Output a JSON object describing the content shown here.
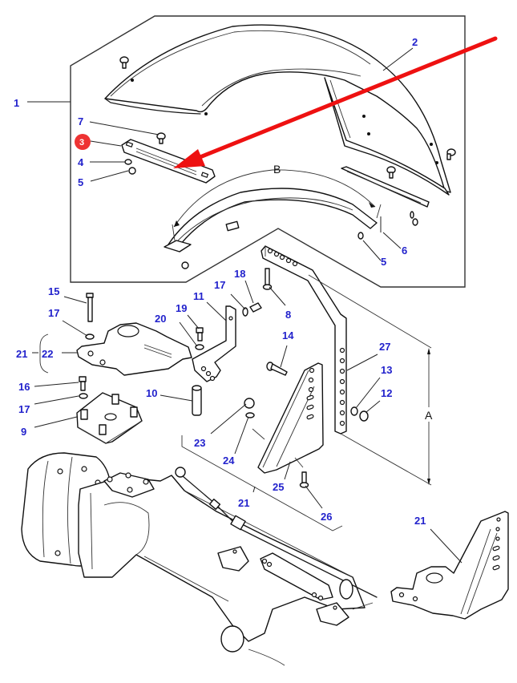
{
  "diagram": {
    "type": "exploded-parts-diagram",
    "subject": "Front fender assembly with mounting brackets on front axle",
    "colors": {
      "callout": "#2222cc",
      "highlight": "#ee1111",
      "line": "#111111",
      "background": "#ffffff"
    },
    "highlighted_part": "3",
    "dimension_labels": {
      "arc": "B",
      "height": "A"
    },
    "callouts": [
      {
        "id": "c1",
        "label": "1"
      },
      {
        "id": "c2",
        "label": "2"
      },
      {
        "id": "c3",
        "label": "3"
      },
      {
        "id": "c4",
        "label": "4"
      },
      {
        "id": "c5a",
        "label": "5"
      },
      {
        "id": "c5b",
        "label": "5"
      },
      {
        "id": "c6",
        "label": "6"
      },
      {
        "id": "c7",
        "label": "7"
      },
      {
        "id": "c8",
        "label": "8"
      },
      {
        "id": "c9",
        "label": "9"
      },
      {
        "id": "c10",
        "label": "10"
      },
      {
        "id": "c11",
        "label": "11"
      },
      {
        "id": "c12",
        "label": "12"
      },
      {
        "id": "c13",
        "label": "13"
      },
      {
        "id": "c14",
        "label": "14"
      },
      {
        "id": "c15",
        "label": "15"
      },
      {
        "id": "c16",
        "label": "16"
      },
      {
        "id": "c17a",
        "label": "17"
      },
      {
        "id": "c17b",
        "label": "17"
      },
      {
        "id": "c17c",
        "label": "17"
      },
      {
        "id": "c18",
        "label": "18"
      },
      {
        "id": "c19",
        "label": "19"
      },
      {
        "id": "c20",
        "label": "20"
      },
      {
        "id": "c21a",
        "label": "21"
      },
      {
        "id": "c21b",
        "label": "21"
      },
      {
        "id": "c21c",
        "label": "21"
      },
      {
        "id": "c22",
        "label": "22"
      },
      {
        "id": "c23",
        "label": "23"
      },
      {
        "id": "c24",
        "label": "24"
      },
      {
        "id": "c25",
        "label": "25"
      },
      {
        "id": "c26",
        "label": "26"
      },
      {
        "id": "c27",
        "label": "27"
      }
    ]
  }
}
